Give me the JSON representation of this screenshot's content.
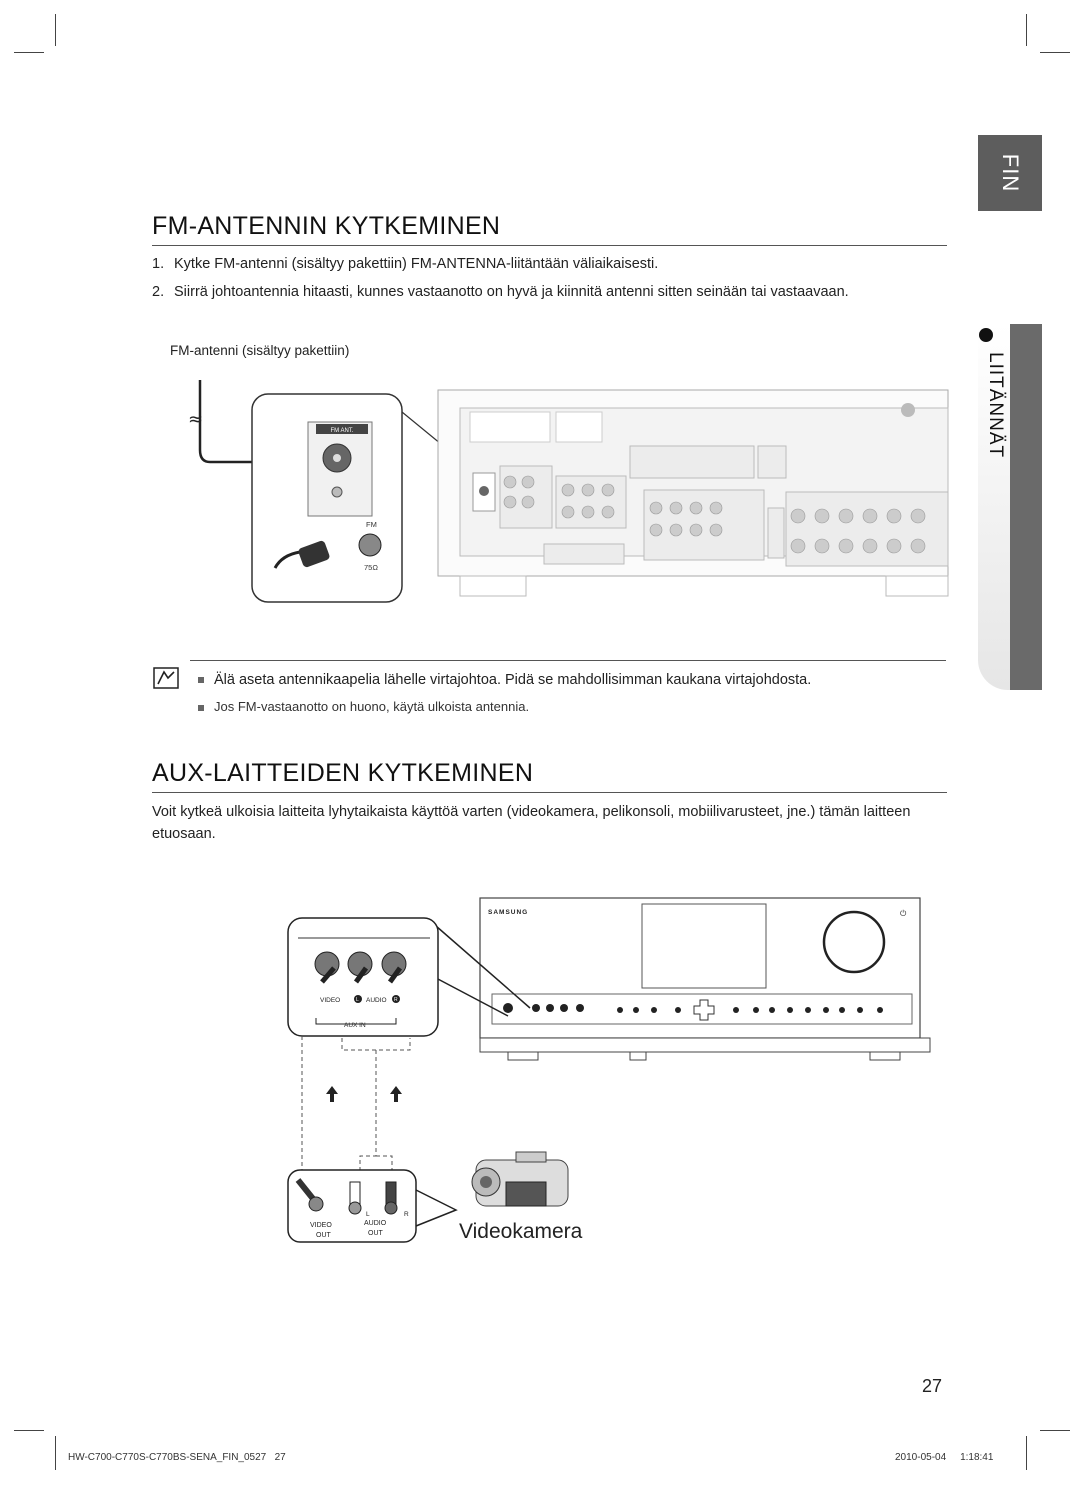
{
  "side_tabs": {
    "language": "FIN",
    "chapter": "LIITÄNNÄT"
  },
  "fm_section": {
    "title": "FM-ANTENNIN KYTKEMINEN",
    "steps": [
      {
        "num": "1.",
        "text": "Kytke FM-antenni (sisältyy pakettiin) FM-ANTENNA-liitäntään väliaikaisesti."
      },
      {
        "num": "2.",
        "text": "Siirrä johtoantennia hitaasti, kunnes vastaanotto on hyvä ja kiinnitä antenni sitten seinään tai vastaavaan."
      }
    ],
    "diagram": {
      "caption": "FM-antenni (sisältyy pakettiin)",
      "jack_label": "FM ANT.",
      "plug_label": "FM",
      "impedance": "75Ω"
    },
    "notes": [
      "Älä aseta antennikaapelia lähelle virtajohtoa. Pidä se mahdollisimman kaukana virtajohdosta.",
      "Jos FM-vastaanotto on huono, käytä ulkoista antennia."
    ]
  },
  "aux_section": {
    "title": "AUX-LAITTEIDEN KYTKEMINEN",
    "intro": "Voit kytkeä ulkoisia laitteita lyhytaikaista käyttöä varten (videokamera, pelikonsoli, mobiilivarusteet, jne.) tämän laitteen etuosaan.",
    "diagram": {
      "brand": "SAMSUNG",
      "panel_video": "VIDEO",
      "panel_l": "L",
      "panel_audio": "AUDIO",
      "panel_r": "R",
      "panel_aux_in": "AUX IN",
      "cam_video_1": "VIDEO",
      "cam_video_2": "OUT",
      "cam_audio_1": "AUDIO",
      "cam_audio_2": "OUT",
      "cam_l": "L",
      "cam_r": "R",
      "camcorder_label": "Videokamera"
    }
  },
  "page_number": "27",
  "footer": {
    "file": "HW-C700-C770S-C770BS-SENA_FIN_0527",
    "file_page": "27",
    "date": "2010-05-04",
    "time": "1:18:41"
  }
}
